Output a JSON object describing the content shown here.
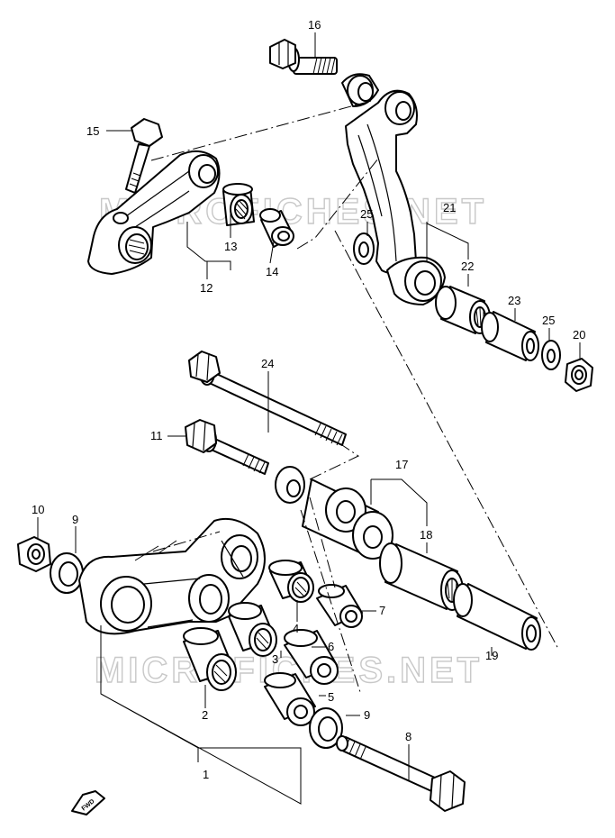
{
  "watermarks": [
    "MICROFICHES.NET",
    "MICROFICHES.NET"
  ],
  "direction_arrow": "FWD",
  "callouts": [
    "1",
    "2",
    "3",
    "4",
    "5",
    "6",
    "7",
    "8",
    "9",
    "9",
    "10",
    "11",
    "12",
    "13",
    "14",
    "15",
    "16",
    "17",
    "18",
    "19",
    "20",
    "21",
    "22",
    "23",
    "24",
    "25",
    "25"
  ]
}
